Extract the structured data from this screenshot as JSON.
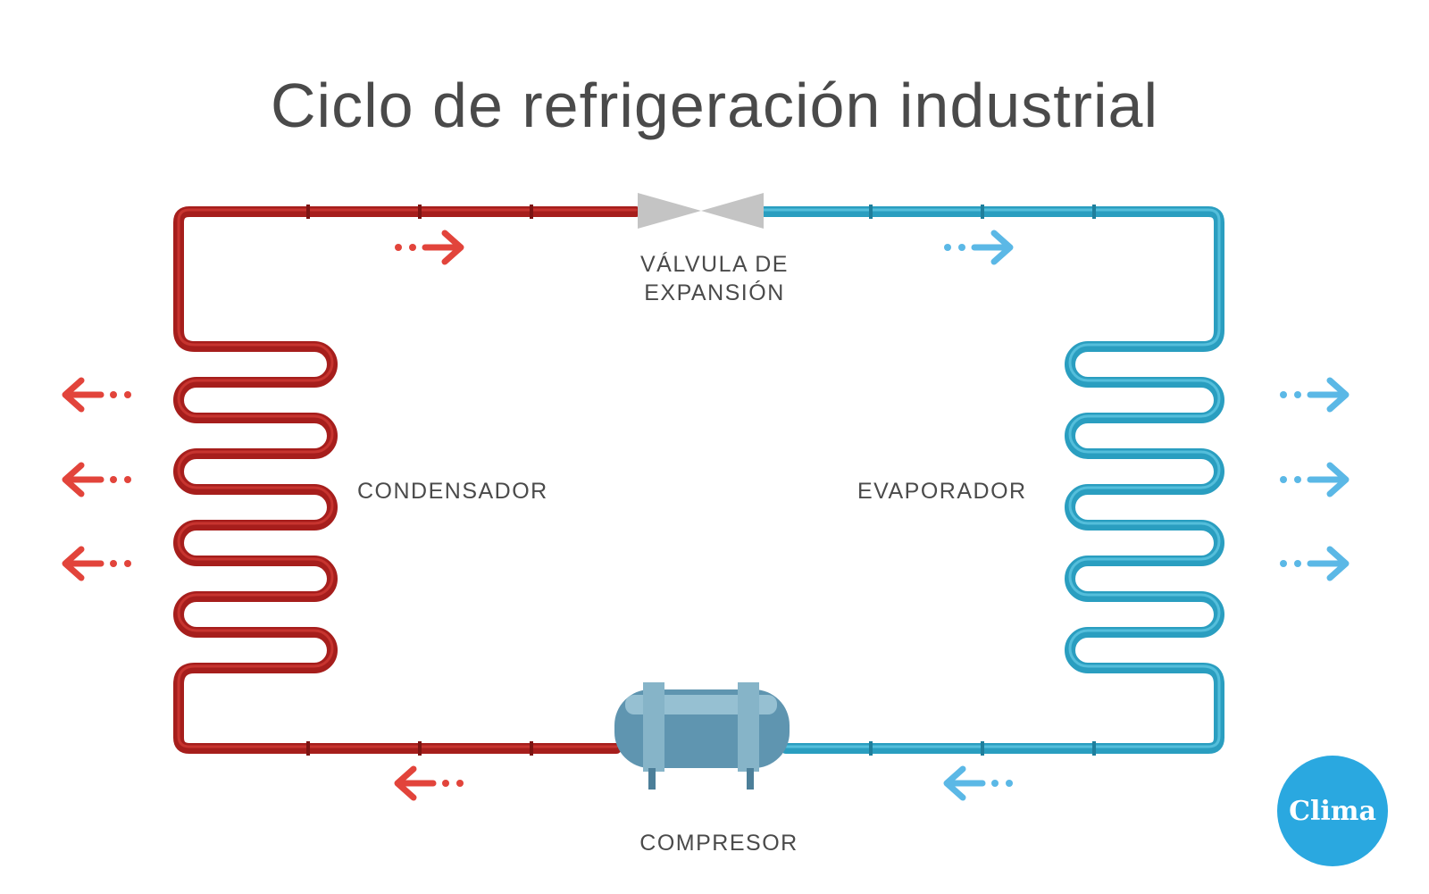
{
  "title": "Ciclo de refrigeración industrial",
  "components": {
    "valve": {
      "label_line1": "VÁLVULA DE",
      "label_line2": "EXPANSIÓN"
    },
    "condenser": {
      "label": "CONDENSADOR"
    },
    "evaporator": {
      "label": "EVAPORADOR"
    },
    "compressor": {
      "label": "COMPRESOR"
    }
  },
  "logo": {
    "text": "Clima"
  },
  "colors": {
    "hot_pipe": "#a61e1c",
    "hot_pipe_highlight": "#cf3a35",
    "hot_arrow": "#e2443b",
    "cold_pipe": "#2a9ec0",
    "cold_pipe_highlight": "#5cc3df",
    "cold_arrow": "#5bb8e6",
    "valve": "#c4c4c4",
    "compressor": "#5f95b0",
    "logo": "#2aa8e0",
    "text": "#4a4a4a"
  },
  "icons": {
    "flow_arrow": "arrow-right-dotted",
    "heat_out_arrow": "arrow-left-dotted",
    "heat_in_arrow": "arrow-right-dotted"
  }
}
